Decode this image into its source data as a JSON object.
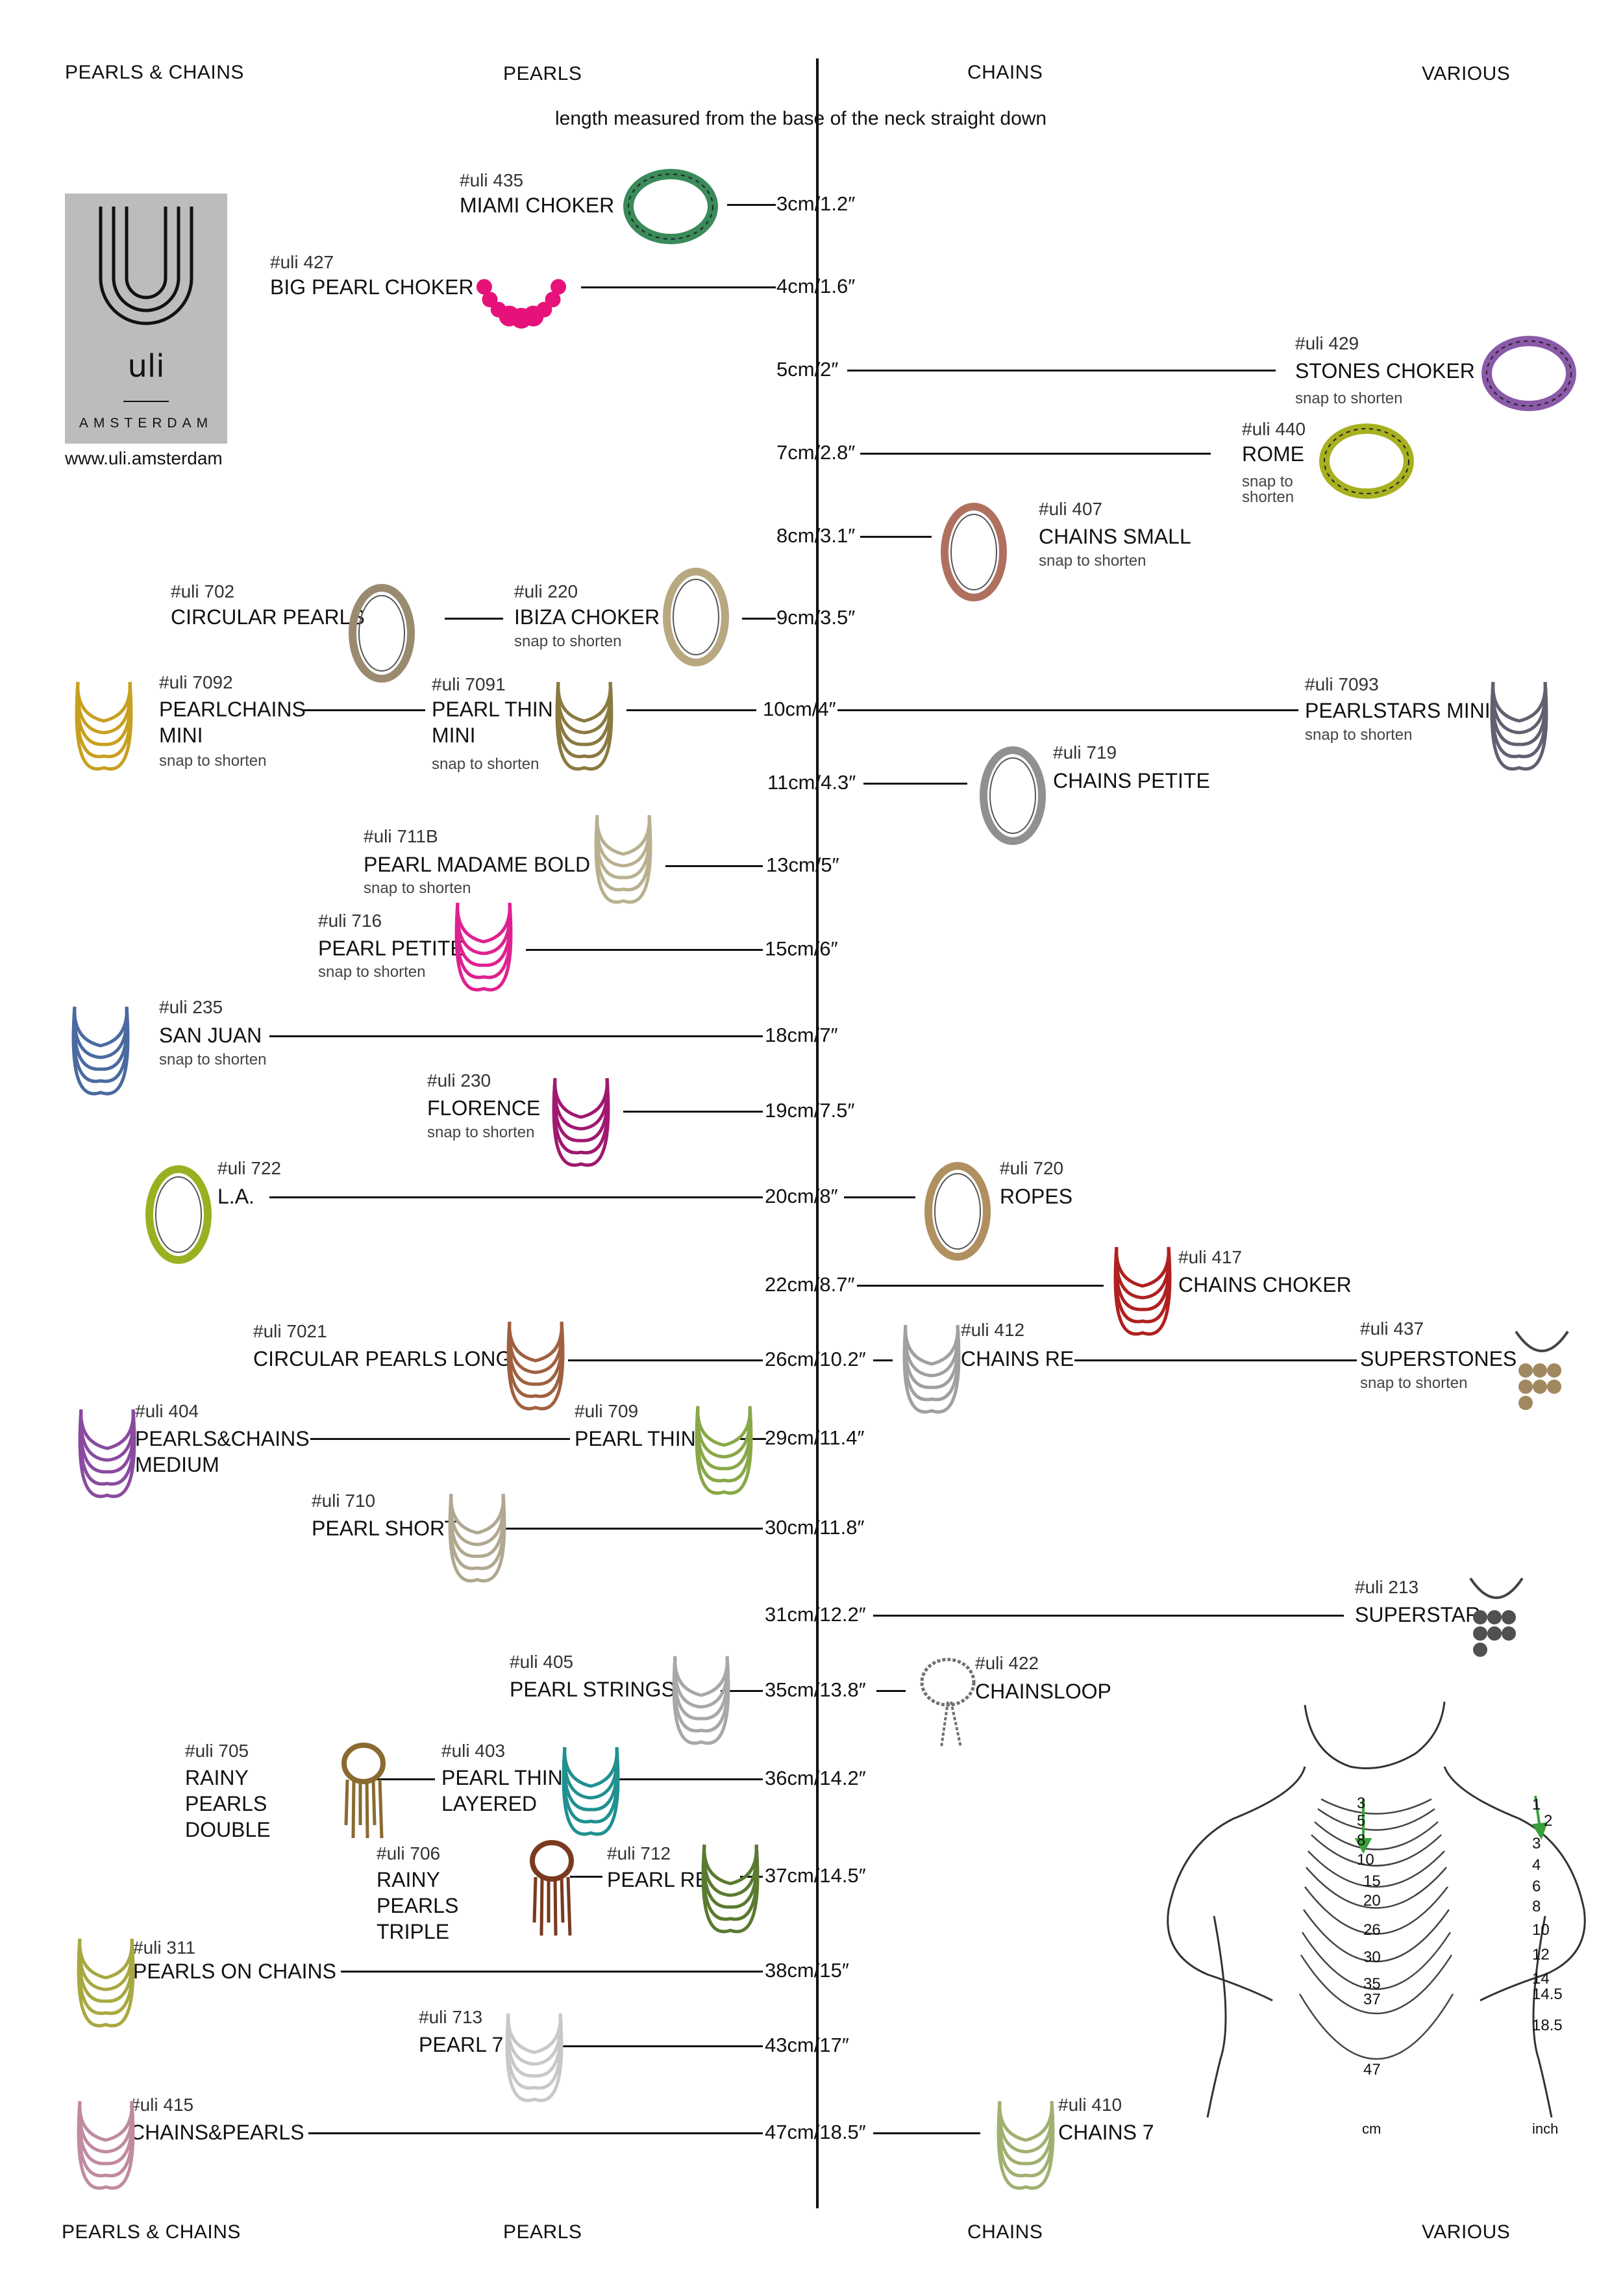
{
  "headers": {
    "top": [
      "PEARLS & CHAINS",
      "PEARLS",
      "CHAINS",
      "VARIOUS"
    ],
    "bottom": [
      "PEARLS & CHAINS",
      "PEARLS",
      "CHAINS",
      "VARIOUS"
    ]
  },
  "subtitle": "length measured from the base of the neck straight down",
  "brand": {
    "mark": "uli",
    "city": "AMSTERDAM",
    "url": "www.uli.amsterdam"
  },
  "items": [
    {
      "code": "#uli 435",
      "name": "MIAMI CHOKER",
      "snap": "",
      "measure": "3cm/1.2″",
      "color": "#3a8a5a"
    },
    {
      "code": "#uli 427",
      "name": "BIG PEARL CHOKER",
      "snap": "",
      "measure": "4cm/1.6″",
      "color": "#e6127a"
    },
    {
      "code": "#uli 429",
      "name": "STONES CHOKER",
      "snap": "snap to shorten",
      "measure": "5cm/2″",
      "color": "#8a5aa8"
    },
    {
      "code": "#uli 440",
      "name": "ROME",
      "snap": "snap to shorten",
      "measure": "7cm/2.8″",
      "color": "#a8b020"
    },
    {
      "code": "#uli 407",
      "name": "CHAINS SMALL",
      "snap": "snap to shorten",
      "measure": "8cm/3.1″",
      "color": "#b07060"
    },
    {
      "code": "#uli 702",
      "name": "CIRCULAR PEARLS",
      "snap": "",
      "measure": "",
      "color": "#9a8a70"
    },
    {
      "code": "#uli 220",
      "name": "IBIZA CHOKER",
      "snap": "snap to shorten",
      "measure": "9cm/3.5″",
      "color": "#b8a880"
    },
    {
      "code": "#uli 7092",
      "name": "PEARLCHAINS MINI",
      "snap": "snap to shorten",
      "measure": "",
      "color": "#c8a020"
    },
    {
      "code": "#uli 7091",
      "name": "PEARL THIN MINI",
      "snap": "snap to shorten",
      "measure": "10cm/4″",
      "color": "#8a7a40"
    },
    {
      "code": "#uli 7093",
      "name": "PEARLSTARS MINI",
      "snap": "snap to shorten",
      "measure": "",
      "color": "#606070"
    },
    {
      "code": "#uli 719",
      "name": "CHAINS PETITE",
      "snap": "",
      "measure": "11cm/4.3″",
      "color": "#909090"
    },
    {
      "code": "#uli 711B",
      "name": "PEARL MADAME BOLD",
      "snap": "snap to shorten",
      "measure": "13cm/5″",
      "color": "#b8b090"
    },
    {
      "code": "#uli 716",
      "name": "PEARL PETITE",
      "snap": "snap to shorten",
      "measure": "15cm/6″",
      "color": "#e02090"
    },
    {
      "code": "#uli 235",
      "name": "SAN JUAN",
      "snap": "snap to shorten",
      "measure": "18cm/7″",
      "color": "#4a6aa0"
    },
    {
      "code": "#uli 230",
      "name": "FLORENCE",
      "snap": "snap to shorten",
      "measure": "19cm/7.5″",
      "color": "#a01870"
    },
    {
      "code": "#uli 722",
      "name": "L.A.",
      "snap": "",
      "measure": "20cm/8″",
      "color": "#9ab020"
    },
    {
      "code": "#uli 720",
      "name": "ROPES",
      "snap": "",
      "measure": "",
      "color": "#b09060"
    },
    {
      "code": "#uli 417",
      "name": "CHAINS CHOKER",
      "snap": "",
      "measure": "22cm/8.7″",
      "color": "#b02020"
    },
    {
      "code": "#uli 7021",
      "name": "CIRCULAR PEARLS LONG",
      "snap": "",
      "measure": "26cm/10.2″",
      "color": "#a06040"
    },
    {
      "code": "#uli 412",
      "name": "CHAINS RE",
      "snap": "",
      "measure": "",
      "color": "#a0a0a0"
    },
    {
      "code": "#uli 437",
      "name": "SUPERSTONES",
      "snap": "snap to shorten",
      "measure": "",
      "color": "#a08860"
    },
    {
      "code": "#uli 404",
      "name": "PEARLS&CHAINS MEDIUM",
      "snap": "",
      "measure": "",
      "color": "#8a4aa0"
    },
    {
      "code": "#uli 709",
      "name": "PEARL THIN",
      "snap": "",
      "measure": "29cm/11.4″",
      "color": "#88a848"
    },
    {
      "code": "#uli 710",
      "name": "PEARL SHORT",
      "snap": "",
      "measure": "30cm/11.8″",
      "color": "#b0a890"
    },
    {
      "code": "#uli 213",
      "name": "SUPERSTAR",
      "snap": "",
      "measure": "31cm/12.2″",
      "color": "#505050"
    },
    {
      "code": "#uli 405",
      "name": "PEARL STRINGS",
      "snap": "",
      "measure": "35cm/13.8″",
      "color": "#a8a8a8"
    },
    {
      "code": "#uli 422",
      "name": "CHAINSLOOP",
      "snap": "",
      "measure": "",
      "color": "#707070"
    },
    {
      "code": "#uli 705",
      "name": "RAINY PEARLS DOUBLE",
      "snap": "",
      "measure": "",
      "color": "#8a6a30"
    },
    {
      "code": "#uli 403",
      "name": "PEARL THIN LAYERED",
      "snap": "",
      "measure": "36cm/14.2″",
      "color": "#209090"
    },
    {
      "code": "#uli 706",
      "name": "RAINY PEARLS TRIPLE",
      "snap": "",
      "measure": "",
      "color": "#7a3a20"
    },
    {
      "code": "#uli 712",
      "name": "PEARL RE",
      "snap": "",
      "measure": "37cm/14.5″",
      "color": "#5a7a30"
    },
    {
      "code": "#uli 311",
      "name": "PEARLS ON CHAINS",
      "snap": "",
      "measure": "38cm/15″",
      "color": "#a8a840"
    },
    {
      "code": "#uli 713",
      "name": "PEARL 7",
      "snap": "",
      "measure": "43cm/17″",
      "color": "#c8c8c8"
    },
    {
      "code": "#uli 415",
      "name": "CHAINS&PEARLS",
      "snap": "",
      "measure": "47cm/18.5″",
      "color": "#c08aa0"
    },
    {
      "code": "#uli 410",
      "name": "CHAINS 7",
      "snap": "",
      "measure": "",
      "color": "#a0b070"
    }
  ],
  "figure": {
    "cm": [
      "3",
      "5",
      "8",
      "10",
      "15",
      "20",
      "26",
      "30",
      "35",
      "37",
      "47"
    ],
    "inch": [
      "1",
      "2",
      "3",
      "4",
      "6",
      "8",
      "10",
      "12",
      "14",
      "14.5",
      "18.5"
    ],
    "cm_unit": "cm",
    "inch_unit": "inch",
    "arrow_color": "#3aa03a"
  },
  "colors": {
    "logo_bg": "#bcbcbc",
    "line": "#111111"
  }
}
